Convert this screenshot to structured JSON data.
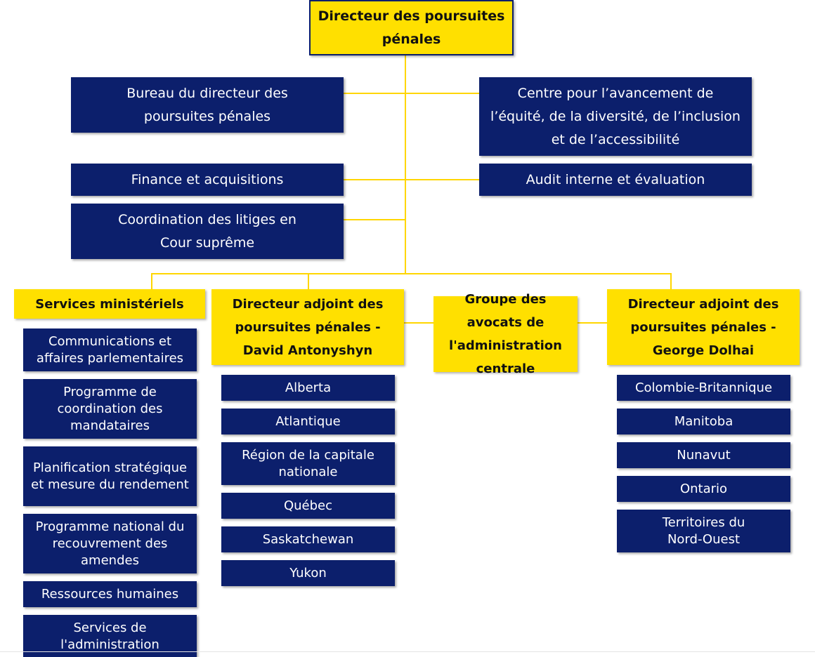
{
  "top": "Directeur des poursuites pénales",
  "staff_left": [
    "Bureau du directeur des poursuites pénales",
    "Finance et acquisitions",
    "Coordination des litiges en Cour suprême"
  ],
  "staff_right": [
    "Centre pour l’avancement de l’équité, de la diversité, de l’inclusion et de l’accessibilité",
    "Audit interne et évaluation"
  ],
  "branches": {
    "services": {
      "title": "Services ministériels",
      "items": [
        "Communications et affaires parlementaires",
        "Programme de coordination des mandataires",
        "Planification stratégique et mesure du rendement",
        "Programme national du recouvrement des amendes",
        "Ressources humaines",
        "Services de l'administration"
      ]
    },
    "adjoint1": {
      "title": "Directeur adjoint des poursuites pénales - David Antonyshyn",
      "items": [
        "Alberta",
        "Atlantique",
        "Région de la capitale nationale",
        "Québec",
        "Saskatchewan",
        "Yukon"
      ]
    },
    "groupe": {
      "title": "Groupe des avocats de l'administration centrale"
    },
    "adjoint2": {
      "title": "Directeur adjoint des poursuites pénales - George Dolhai",
      "items": [
        "Colombie-Britannique",
        "Manitoba",
        "Nunavut",
        "Ontario",
        "Territoires du Nord-Ouest"
      ]
    }
  },
  "colors": {
    "navy": "#0c1f6c",
    "yellow": "#ffe000",
    "connector": "#ffd600"
  }
}
